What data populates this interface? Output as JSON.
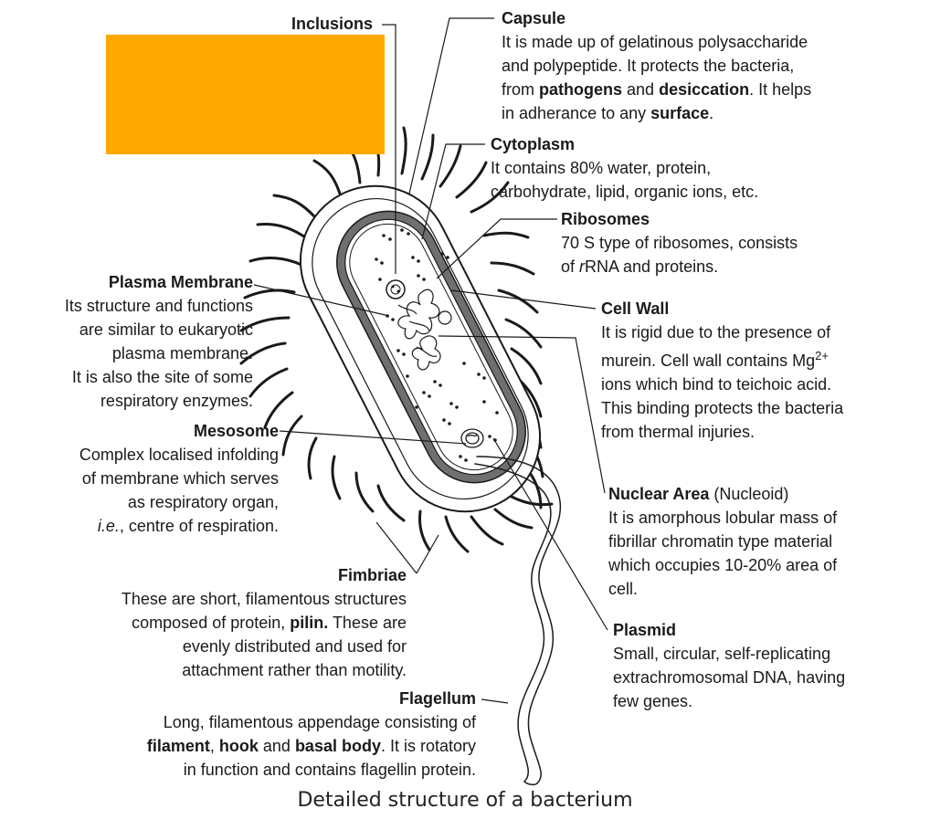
{
  "colors": {
    "mask": "#FFA800",
    "ink": "#1a1a1a",
    "wall": "#6f6f6f"
  },
  "caption": "Detailed structure of a bacterium",
  "labels": {
    "inclusions": {
      "title": "Inclusions"
    },
    "capsule": {
      "title": "Capsule",
      "l1": "It is made up of gelatinous polysaccharide",
      "l2": "and polypeptide. It protects the bacteria,",
      "l3a": "from ",
      "l3b": "pathogens",
      "l3c": " and ",
      "l3d": "desiccation",
      "l3e": ". It helps",
      "l4a": "in adherance to any ",
      "l4b": "surface",
      "l4c": "."
    },
    "cytoplasm": {
      "title": "Cytoplasm",
      "l1": "It contains 80% water, protein,",
      "l2": "carbohydrate, lipid, organic ions, etc."
    },
    "ribosomes": {
      "title": "Ribosomes",
      "l1": "70 S type of ribosomes, consists",
      "l2a": "of ",
      "l2b": "r",
      "l2c": "RNA and proteins."
    },
    "cell_wall": {
      "title": "Cell Wall",
      "l1": "It is rigid due to the  presence of",
      "l2a": "murein. Cell wall contains Mg",
      "l2b": "2+",
      "l3": "ions which bind to teichoic acid.",
      "l4": "This binding protects the bacteria",
      "l5": "from thermal injuries."
    },
    "plasma_membrane": {
      "title": "Plasma Membrane",
      "l1": "Its structure and functions",
      "l2": "are similar to eukaryotic",
      "l3": "plasma membrane.",
      "l4": "It is also the site of some",
      "l5": "respiratory enzymes."
    },
    "mesosome": {
      "title": "Mesosome",
      "l1": "Complex localised infolding",
      "l2": "of membrane which serves",
      "l3": "as respiratory organ,",
      "l4a": "i.e.",
      "l4b": ", centre of respiration."
    },
    "nuclear_area": {
      "title": "Nuclear Area",
      "sub": " (Nucleoid)",
      "l1": "It is amorphous lobular mass of",
      "l2": "fibrillar chromatin type material",
      "l3": "which occupies 10-20% area of",
      "l4": "cell."
    },
    "fimbriae": {
      "title": "Fimbriae",
      "l1": "These are short, filamentous structures",
      "l2a": "composed of protein, ",
      "l2b": "pilin.",
      "l2c": " These are",
      "l3": "evenly distributed and used for",
      "l4": "attachment rather than motility."
    },
    "plasmid": {
      "title": "Plasmid",
      "l1": "Small, circular, self-replicating",
      "l2": "extrachromosomal DNA, having",
      "l3": "few genes."
    },
    "flagellum": {
      "title": "Flagellum",
      "l1": "Long, filamentous appendage consisting of",
      "l2a": "filament",
      "l2b": ", ",
      "l2c": "hook",
      "l2d": " and ",
      "l2e": "basal body",
      "l2f": ". It is rotatory",
      "l3": "in function and contains flagellin protein."
    }
  }
}
